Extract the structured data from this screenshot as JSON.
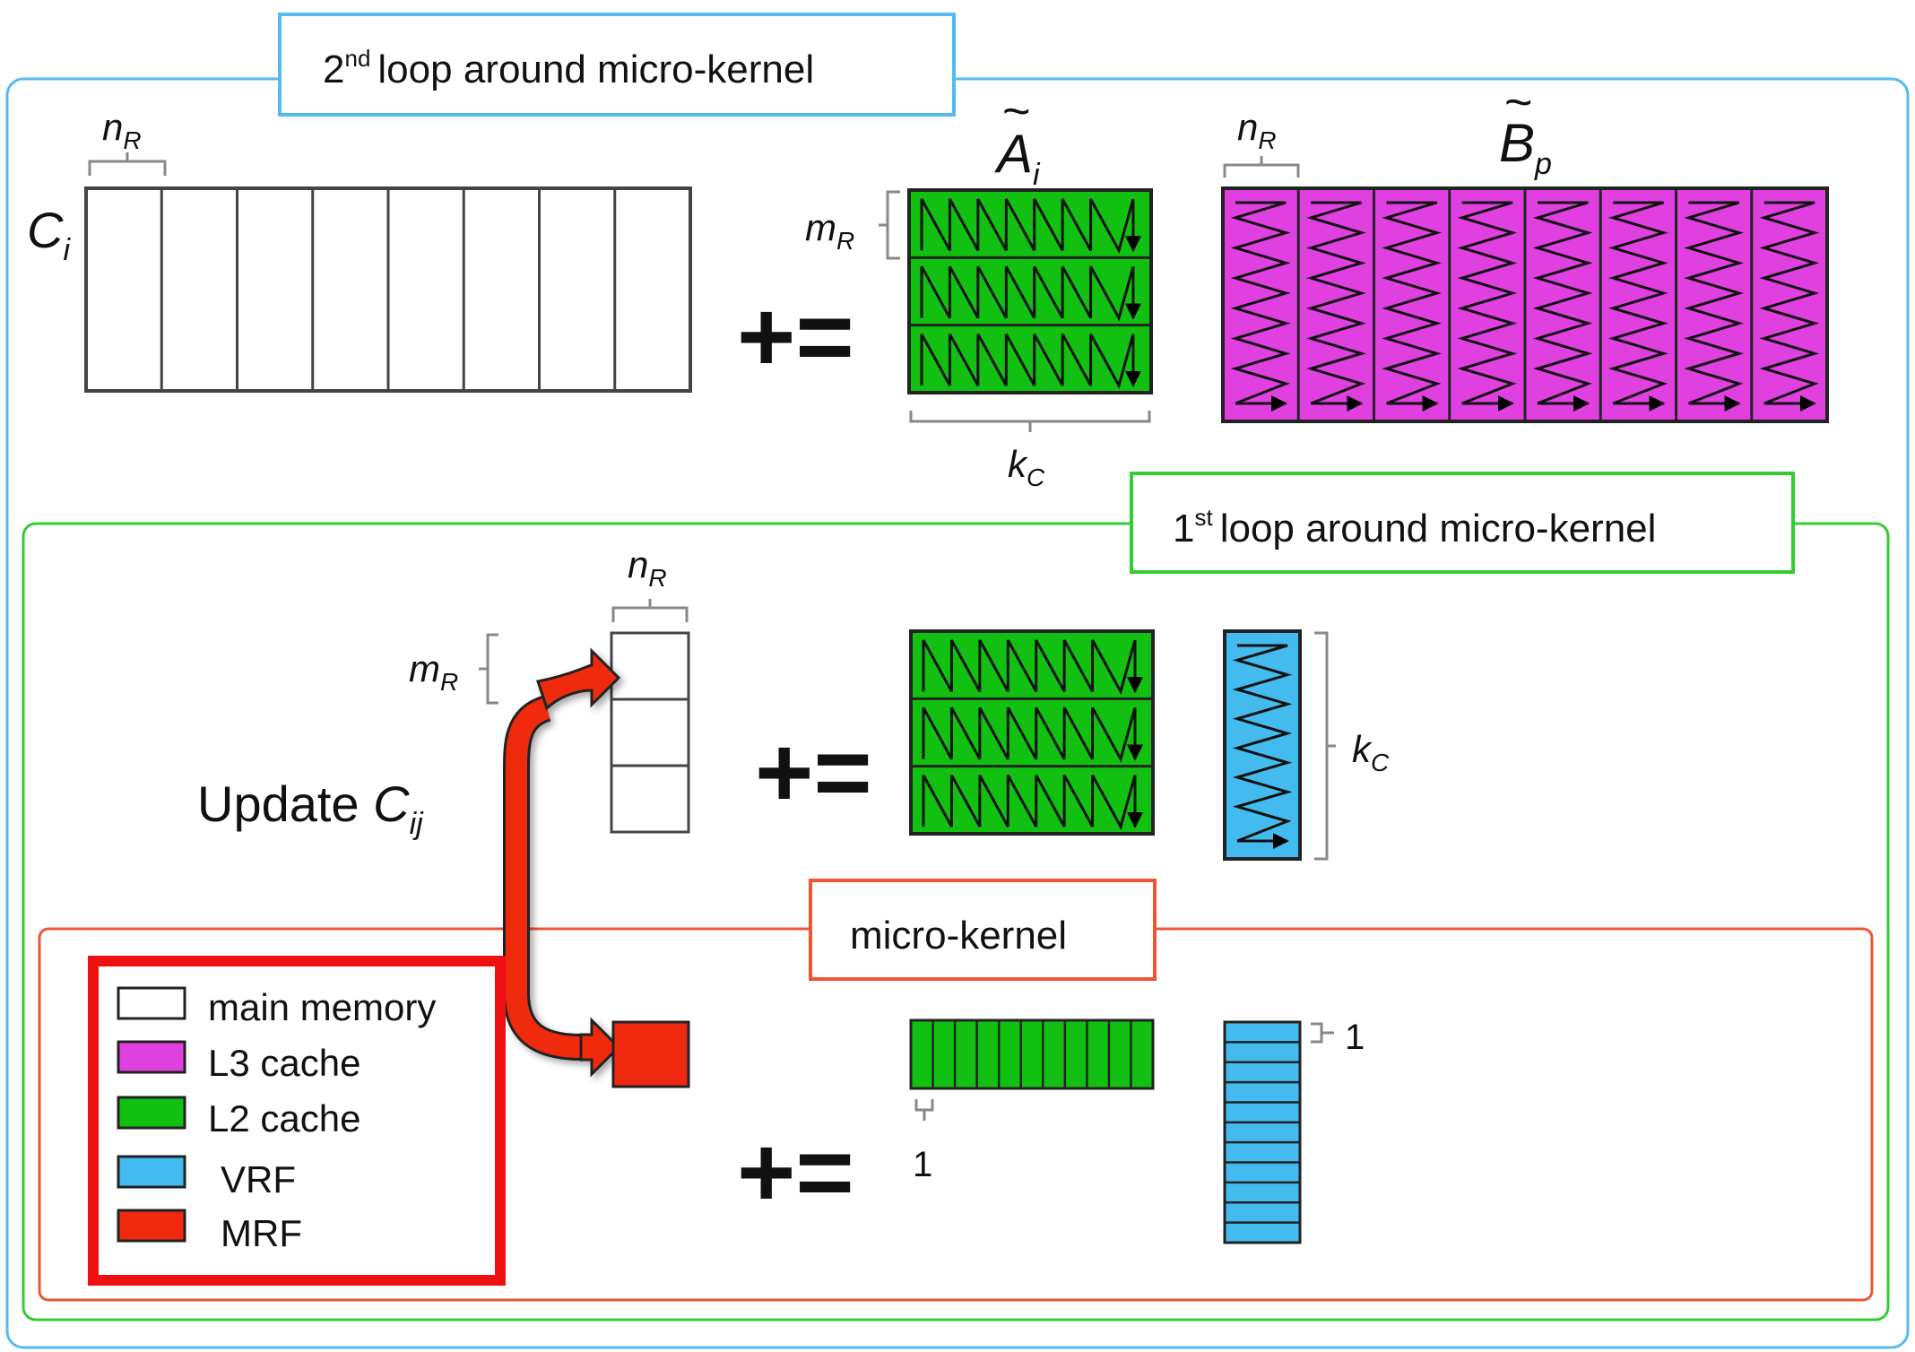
{
  "loops": {
    "second": {
      "num": "2",
      "sup": "nd",
      "text": "loop around micro-kernel"
    },
    "first": {
      "num": "1",
      "sup": "st",
      "text": "loop around micro-kernel"
    },
    "micro_kernel": {
      "text": "micro-kernel"
    }
  },
  "symbols": {
    "C": "C",
    "i": "i",
    "ij": "ij",
    "n": "n",
    "m": "m",
    "k": "k",
    "R": "R",
    "cs": "C",
    "A": "A",
    "B": "B",
    "p": "p",
    "tilde": "~",
    "plus_equals": "+=",
    "update": "Update ",
    "one": "1"
  },
  "legend": {
    "border_color": "#ee1111",
    "items": [
      {
        "label": "main memory",
        "color": "#ffffff",
        "icon": "white-swatch"
      },
      {
        "label": "L3 cache",
        "color": "#e040e0",
        "icon": "magenta-swatch"
      },
      {
        "label": "L2 cache",
        "color": "#11c011",
        "icon": "green-swatch"
      },
      {
        "label": "VRF",
        "color": "#44bbee",
        "icon": "blue-swatch"
      },
      {
        "label": "MRF",
        "color": "#f02a10",
        "icon": "red-swatch"
      }
    ]
  },
  "colors": {
    "second_loop": "#55bbee",
    "first_loop": "#33cc33",
    "micro_kernel": "#ee5533",
    "arrow": "#f02a10"
  },
  "counts": {
    "c_panels": 8,
    "b_panels": 8,
    "a_rows": 3,
    "a_zigzag_teeth": 7,
    "b_zigzag_teeth": 6,
    "cij_cells": 3,
    "kc_strip_cells": 11
  }
}
